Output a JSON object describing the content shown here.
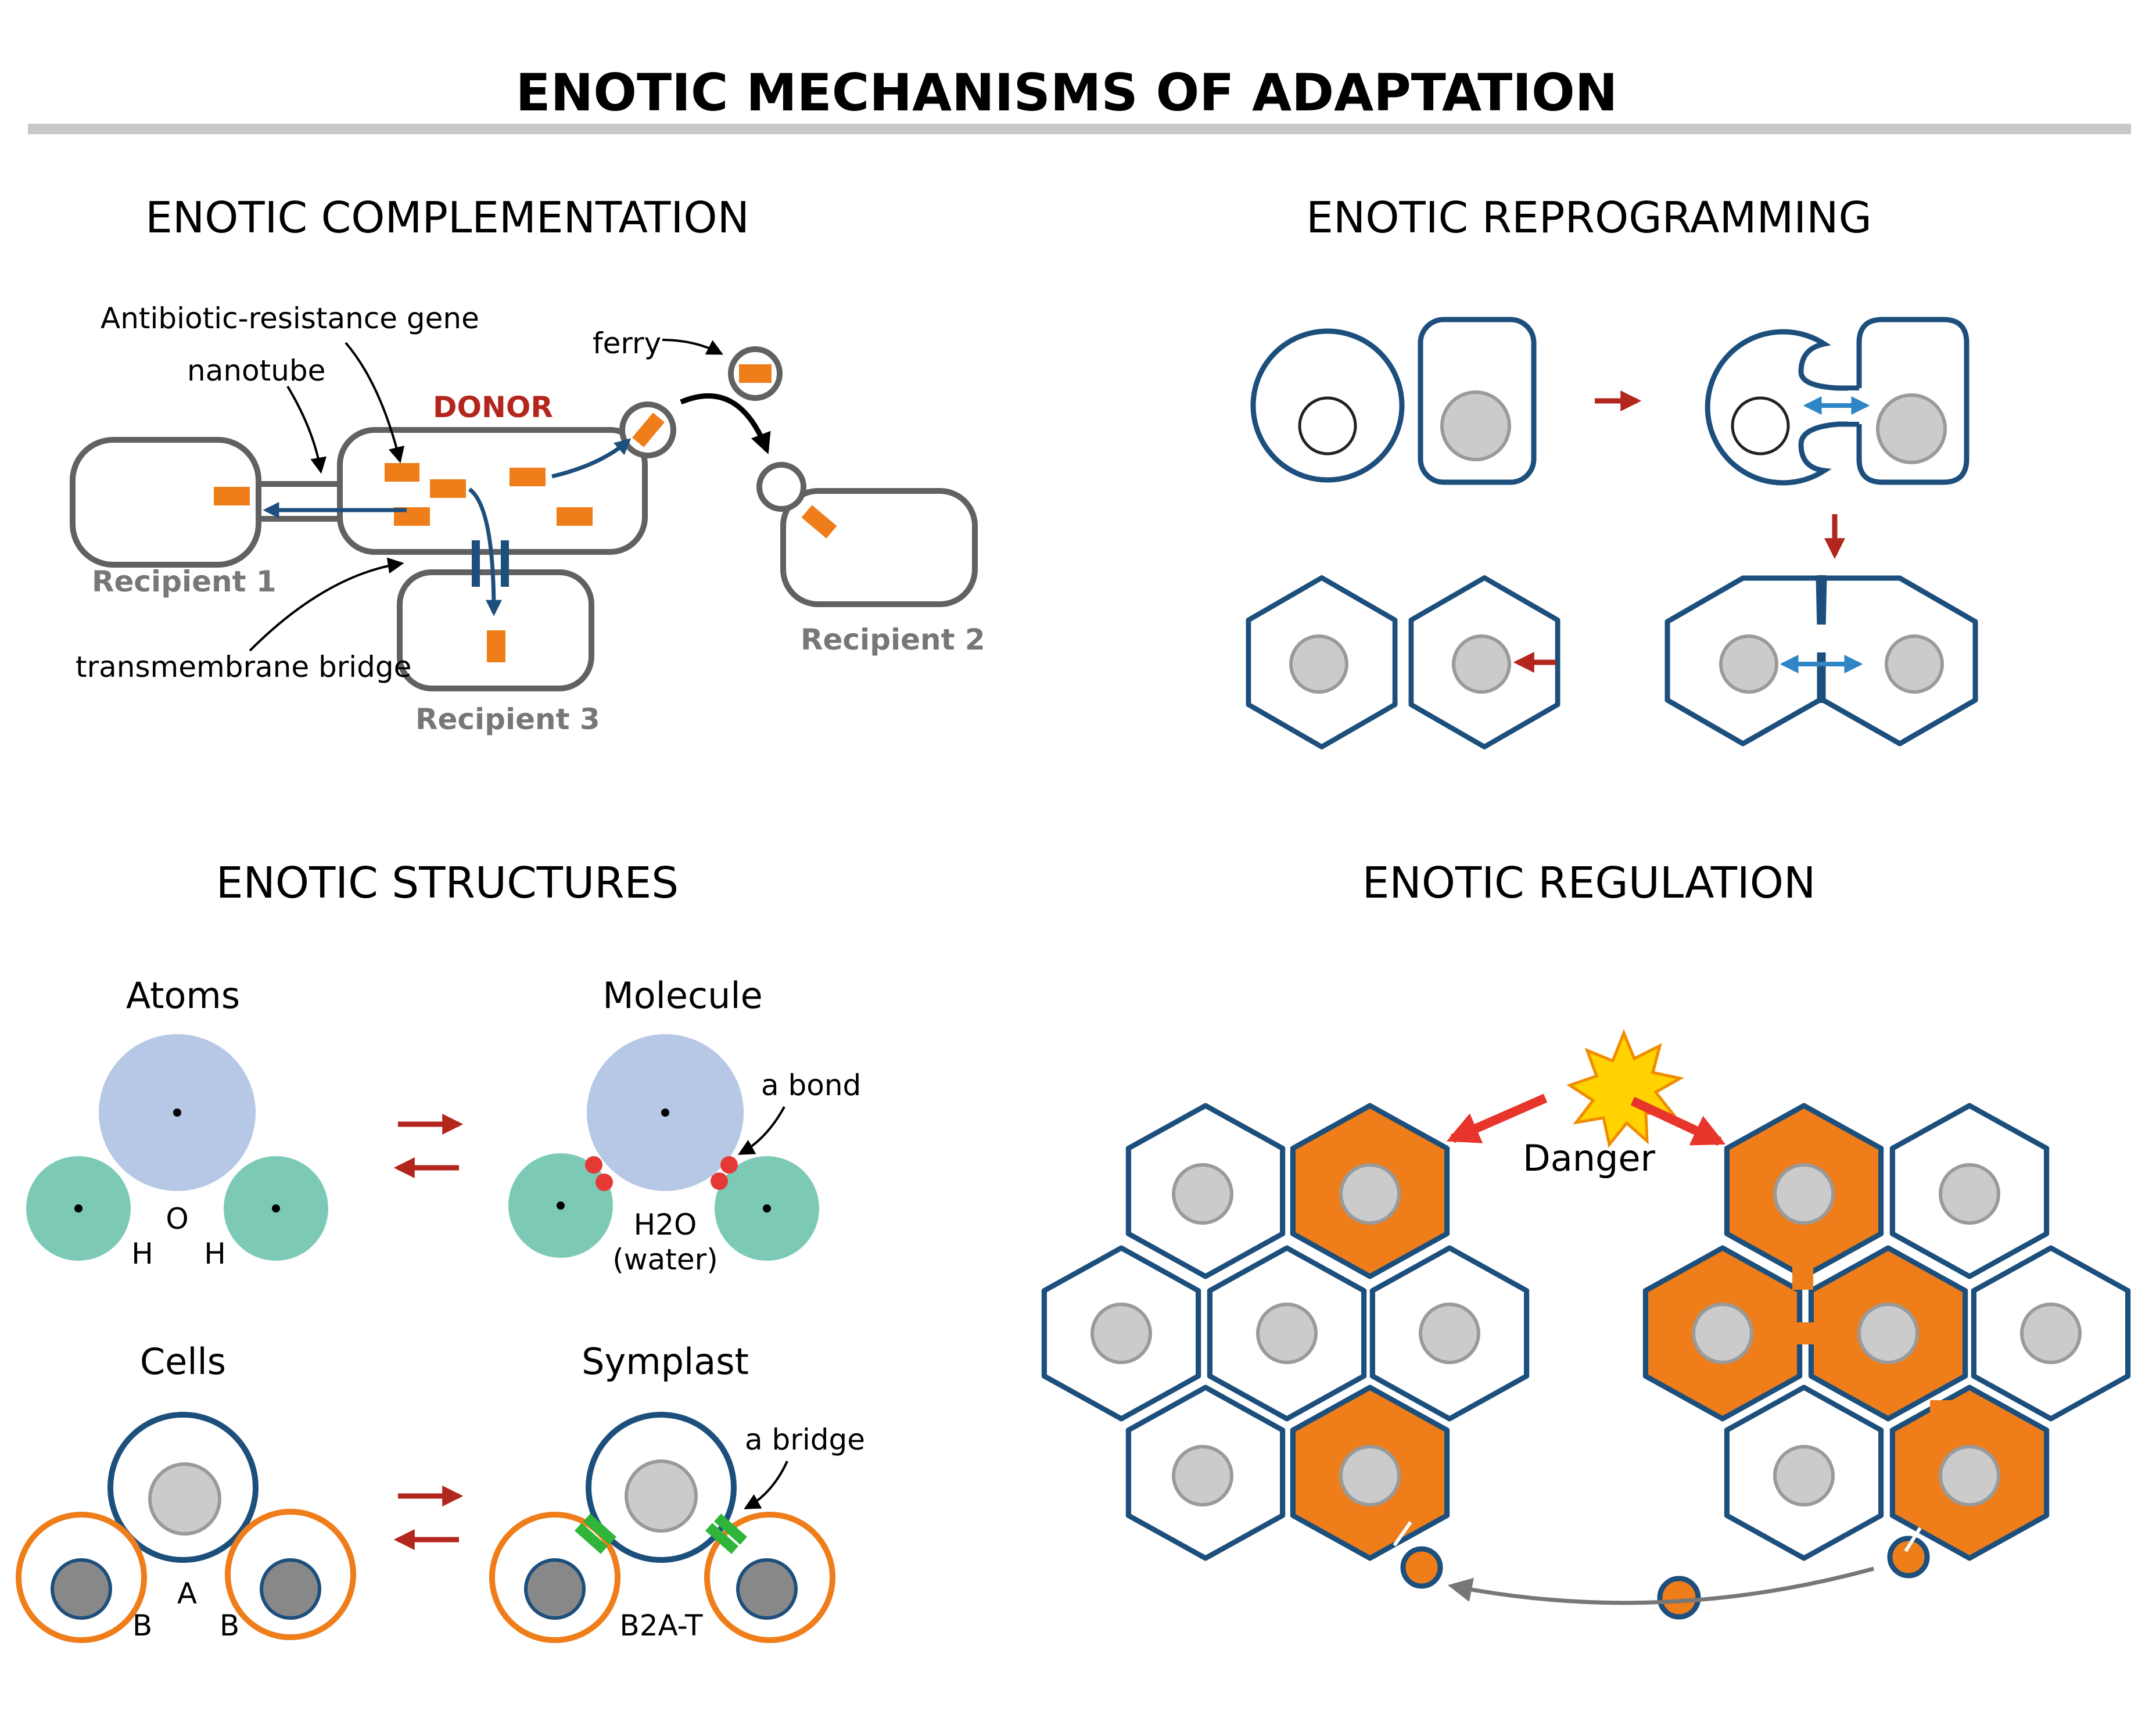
{
  "title": "ENOTIC MECHANISMS OF ADAPTATION",
  "panels": {
    "complementation": {
      "heading": "ENOTIC COMPLEMENTATION",
      "gene_label": "Antibiotic-resistance gene",
      "nanotube_label": "nanotube",
      "donor_label": "DONOR",
      "ferry_label": "ferry",
      "recipient1": "Recipient 1",
      "recipient2": "Recipient 2",
      "recipient3": "Recipient 3",
      "bridge_label": "transmembrane bridge"
    },
    "reprogramming": {
      "heading": "ENOTIC REPROGRAMMING"
    },
    "structures": {
      "heading": "ENOTIC STRUCTURES",
      "atoms": "Atoms",
      "molecule": "Molecule",
      "bond_label": "a bond",
      "oxygen": "O",
      "hydrogen": "H",
      "h2o": "H2O",
      "water": "(water)",
      "cells": "Cells",
      "symplast": "Symplast",
      "bridge_label": "a bridge",
      "cell_a": "A",
      "cell_b": "B",
      "b2a": "B2A-T"
    },
    "regulation": {
      "heading": "ENOTIC REGULATION",
      "danger": "Danger"
    }
  },
  "colors": {
    "cell_outline_gray": "#616161",
    "cell_outline_navy": "#1c4f7c",
    "gene_orange": "#ee7d1a",
    "arrow_red": "#b3261e",
    "arrow_blue": "#2f86c6",
    "atom_blue": "#b6c8e6",
    "atom_green": "#7ccab5",
    "bond_red": "#e53935",
    "bridge_green": "#2fb53a",
    "cell_orange": "#ef7b10",
    "danger_yellow": "#ffd200"
  }
}
